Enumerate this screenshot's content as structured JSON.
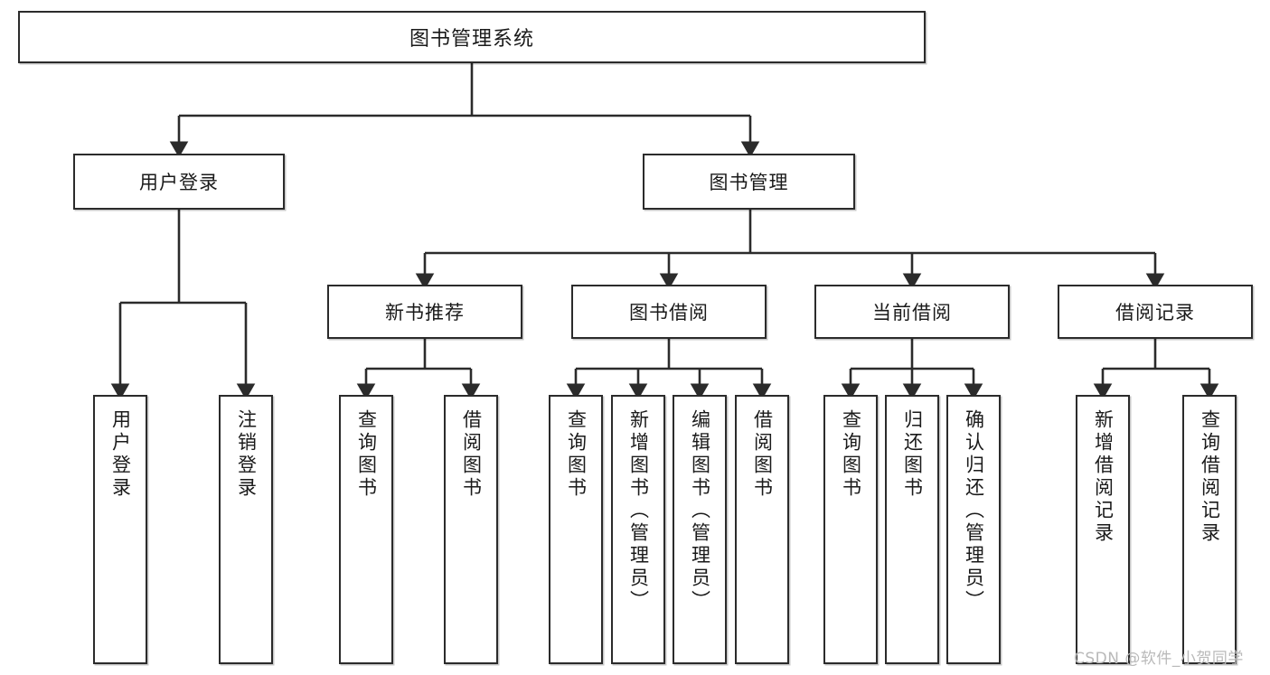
{
  "diagram": {
    "title": "图书管理系统",
    "type": "tree-hierarchy",
    "nodes": {
      "root": {
        "label": "图书管理系统",
        "level": 1
      },
      "l2": [
        {
          "id": "user-login",
          "label": "用户登录"
        },
        {
          "id": "book-manage",
          "label": "图书管理"
        }
      ],
      "l3": [
        {
          "id": "new-book-rec",
          "label": "新书推荐"
        },
        {
          "id": "book-borrow",
          "label": "图书借阅"
        },
        {
          "id": "current-borrow",
          "label": "当前借阅"
        },
        {
          "id": "borrow-record",
          "label": "借阅记录"
        }
      ],
      "leaves": {
        "user_login": [
          {
            "id": "leaf-user-login",
            "label": "用户登录"
          },
          {
            "id": "leaf-logout",
            "label": "注销登录"
          }
        ],
        "new_book_rec": [
          {
            "id": "leaf-query-book-1",
            "label": "查询图书"
          },
          {
            "id": "leaf-borrow-book-1",
            "label": "借阅图书"
          }
        ],
        "book_borrow": [
          {
            "id": "leaf-query-book-2",
            "label": "查询图书"
          },
          {
            "id": "leaf-add-book",
            "label": "新增图书（管理员）"
          },
          {
            "id": "leaf-edit-book",
            "label": "编辑图书（管理员）"
          },
          {
            "id": "leaf-borrow-book-2",
            "label": "借阅图书"
          }
        ],
        "current_borrow": [
          {
            "id": "leaf-query-book-3",
            "label": "查询图书"
          },
          {
            "id": "leaf-return-book",
            "label": "归还图书"
          },
          {
            "id": "leaf-confirm-return",
            "label": "确认归还（管理员）"
          }
        ],
        "borrow_record": [
          {
            "id": "leaf-add-record",
            "label": "新增借阅记录"
          },
          {
            "id": "leaf-query-record",
            "label": "查询借阅记录"
          }
        ]
      }
    },
    "watermark": "CSDN @软件_小贺同学",
    "colors": {
      "stroke": "#2b2b2b",
      "fill": "#ffffff",
      "text": "#1a1a1a",
      "watermark": "#b9b9b9"
    }
  }
}
